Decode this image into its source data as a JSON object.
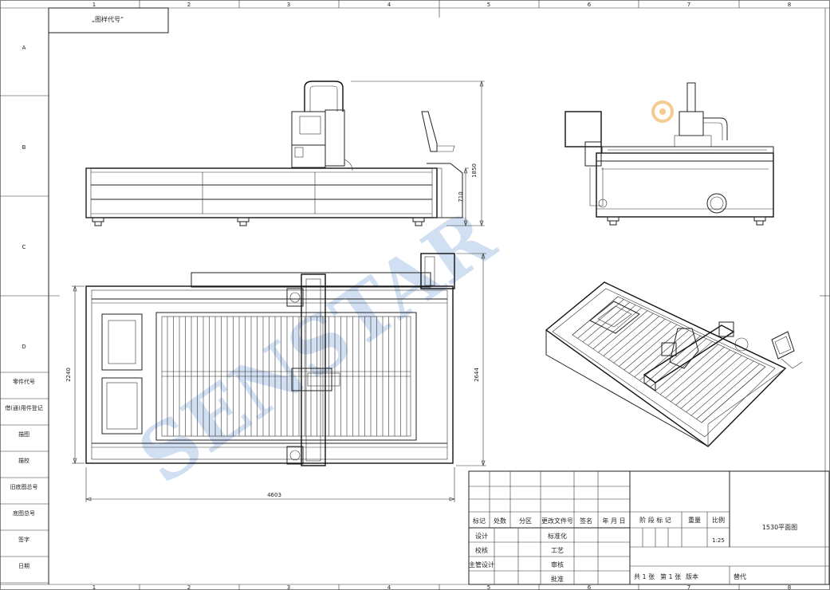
{
  "border": {
    "columns": [
      "1",
      "2",
      "3",
      "4",
      "5",
      "6",
      "7",
      "8"
    ],
    "rows": [
      "A",
      "B",
      "C",
      "D"
    ]
  },
  "topbox_label": "„图样代号“",
  "left_strip": [
    "零件代号",
    "借(通)用件登记",
    "描图",
    "描校",
    "旧底图总号",
    "底图总号",
    "签字",
    "日期"
  ],
  "dimensions": {
    "height_total": "1850",
    "height_table": "710",
    "width_plan": "2240",
    "depth_plan": "2644",
    "length_plan": "4603"
  },
  "watermark": "SENSTAR",
  "title_block": {
    "header": [
      "标记",
      "处数",
      "分区",
      "更改文件号",
      "签名",
      "年 月 日"
    ],
    "left_roles": [
      "设计",
      "校核",
      "主管设计"
    ],
    "mid_roles": [
      "标准化",
      "工艺",
      "审核",
      "批准"
    ],
    "stage_label": "阶 段 标 记",
    "weight_label": "重量",
    "scale_label": "比例",
    "scale_value": "1:25",
    "drawing_name": "1530平面图",
    "sheets": "共 1 张",
    "sheet_no": "第 1 张",
    "version": "版本",
    "replace": "替代"
  },
  "colors": {
    "line": "#222222",
    "watermark": "#5a8fd0",
    "logo": "#f0a23a"
  }
}
